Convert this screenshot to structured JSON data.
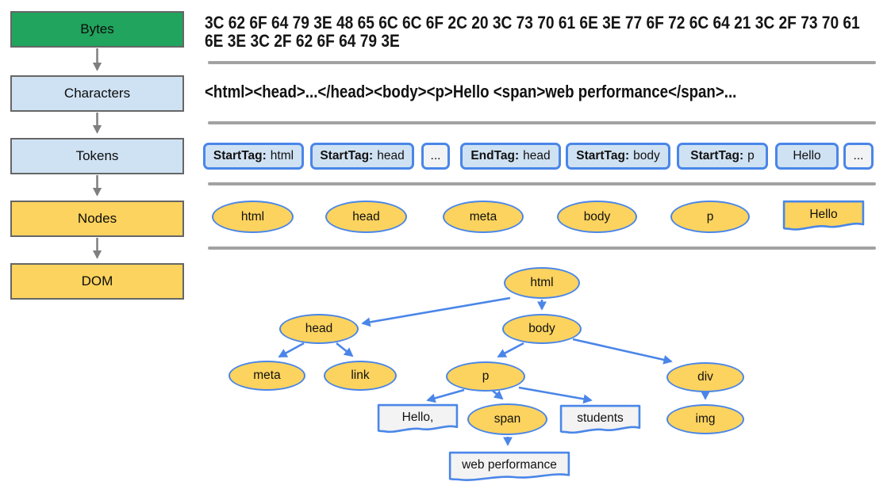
{
  "colors": {
    "stage_green": "#21a45d",
    "stage_light_blue": "#cfe2f3",
    "stage_yellow": "#fcd35e",
    "blue_accent": "#4a86e8",
    "gray_border": "#666666",
    "divider_gray": "#a2a2a2",
    "arrow_gray": "#7f7f7f",
    "text_node_fill": "#f3f3f3"
  },
  "pipeline": {
    "stages": [
      {
        "label": "Bytes"
      },
      {
        "label": "Characters"
      },
      {
        "label": "Tokens"
      },
      {
        "label": "Nodes"
      },
      {
        "label": "DOM"
      }
    ]
  },
  "bytes_row": {
    "line1": "3C 62 6F 64 79 3E 48 65 6C 6C 6F 2C 20 3C 73 70 61 6E 3E 77 6F 72 6C 64 21 3C 2F 73 70 61",
    "line2": "6E 3E 3C 2F 62 6F 64 79 3E"
  },
  "characters_row": {
    "text": "<html><head>...</head><body><p>Hello <span>web performance</span>..."
  },
  "tokens_row": {
    "items": [
      {
        "prefix": "StartTag:",
        "value": "html"
      },
      {
        "prefix": "StartTag:",
        "value": "head"
      },
      {
        "prefix": "",
        "value": "..."
      },
      {
        "prefix": "EndTag:",
        "value": "head"
      },
      {
        "prefix": "StartTag:",
        "value": "body"
      },
      {
        "prefix": "StartTag:",
        "value": "p"
      },
      {
        "prefix": "",
        "value": "Hello"
      },
      {
        "prefix": "",
        "value": "..."
      }
    ]
  },
  "nodes_row": {
    "items": [
      {
        "label": "html"
      },
      {
        "label": "head"
      },
      {
        "label": "meta"
      },
      {
        "label": "body"
      },
      {
        "label": "p"
      },
      {
        "label": "Hello"
      }
    ]
  },
  "dom_tree": {
    "elements": {
      "html": "html",
      "head": "head",
      "body": "body",
      "meta": "meta",
      "link": "link",
      "p": "p",
      "div": "div",
      "span": "span",
      "img": "img"
    },
    "text_nodes": {
      "hello": "Hello,",
      "students": "students",
      "web_performance": "web performance"
    }
  }
}
